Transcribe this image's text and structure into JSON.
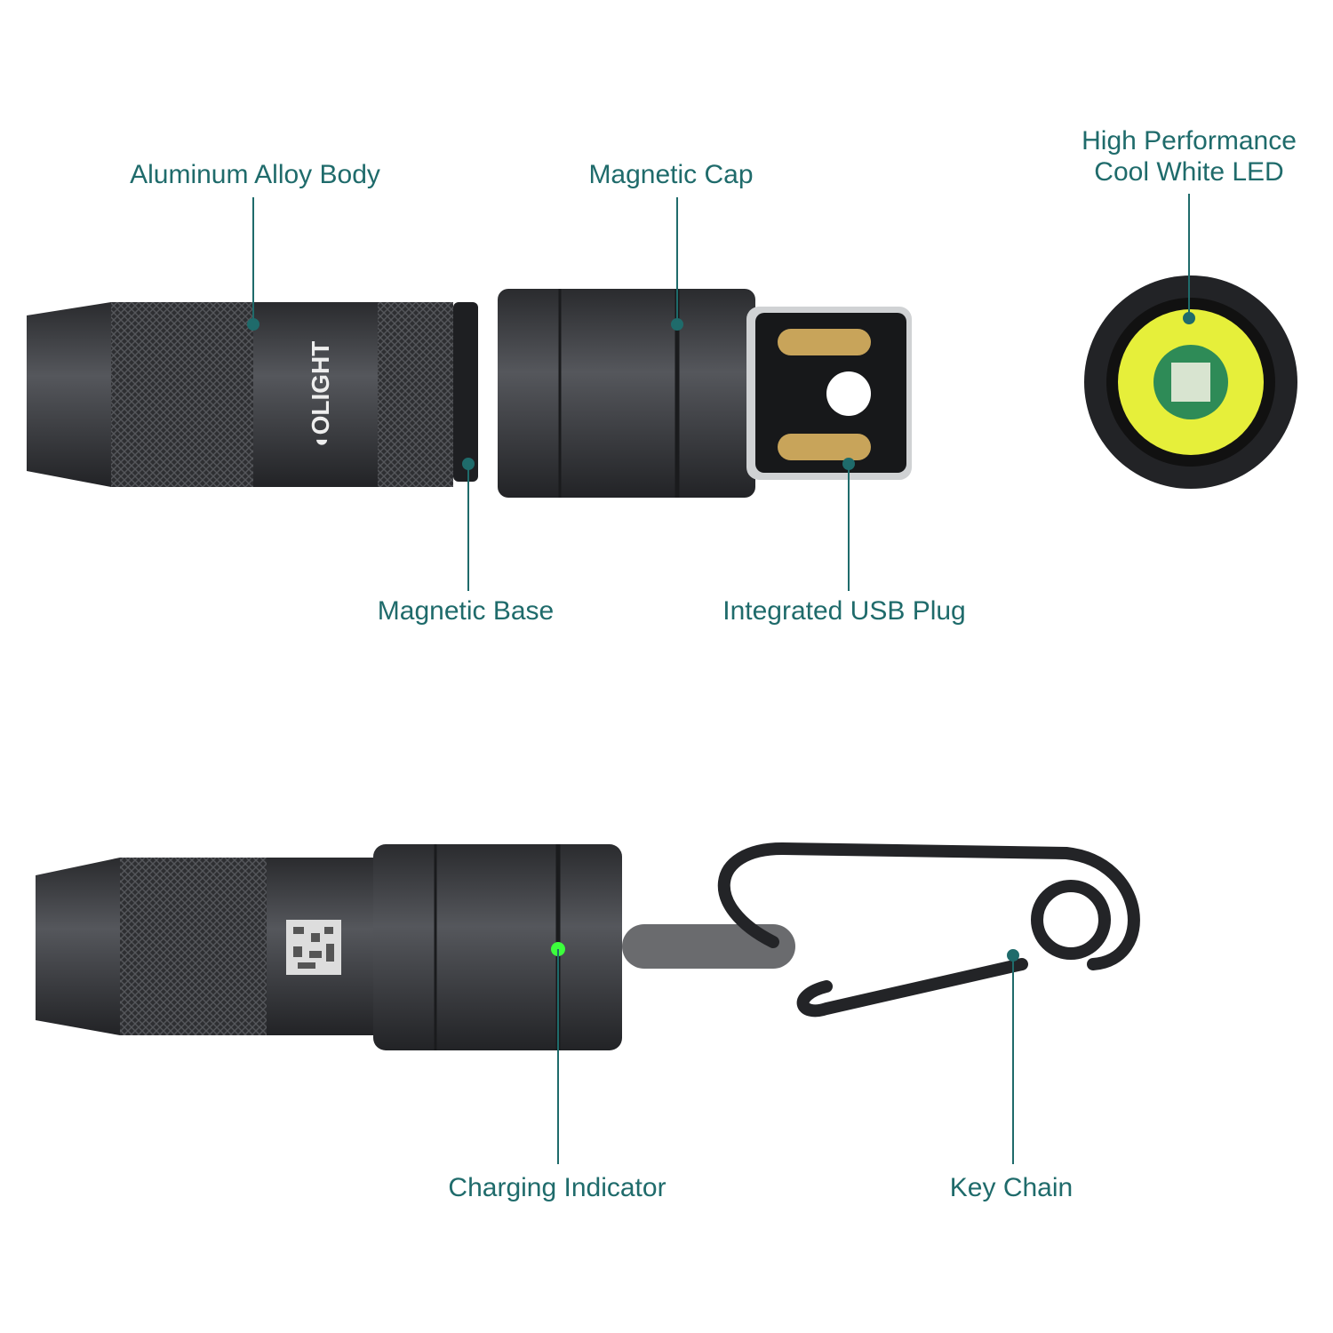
{
  "brand": "OLIGHT",
  "labels": {
    "body": "Aluminum Alloy Body",
    "cap": "Magnetic Cap",
    "led_line1": "High Performance",
    "led_line2": "Cool White LED",
    "base": "Magnetic Base",
    "usb": "Integrated USB Plug",
    "charging": "Charging Indicator",
    "keychain": "Key Chain"
  },
  "colors": {
    "label": "#1f6b6b",
    "body": "#3a3b3e",
    "led": "#e6ef3a",
    "indicator": "#3cff3c"
  }
}
